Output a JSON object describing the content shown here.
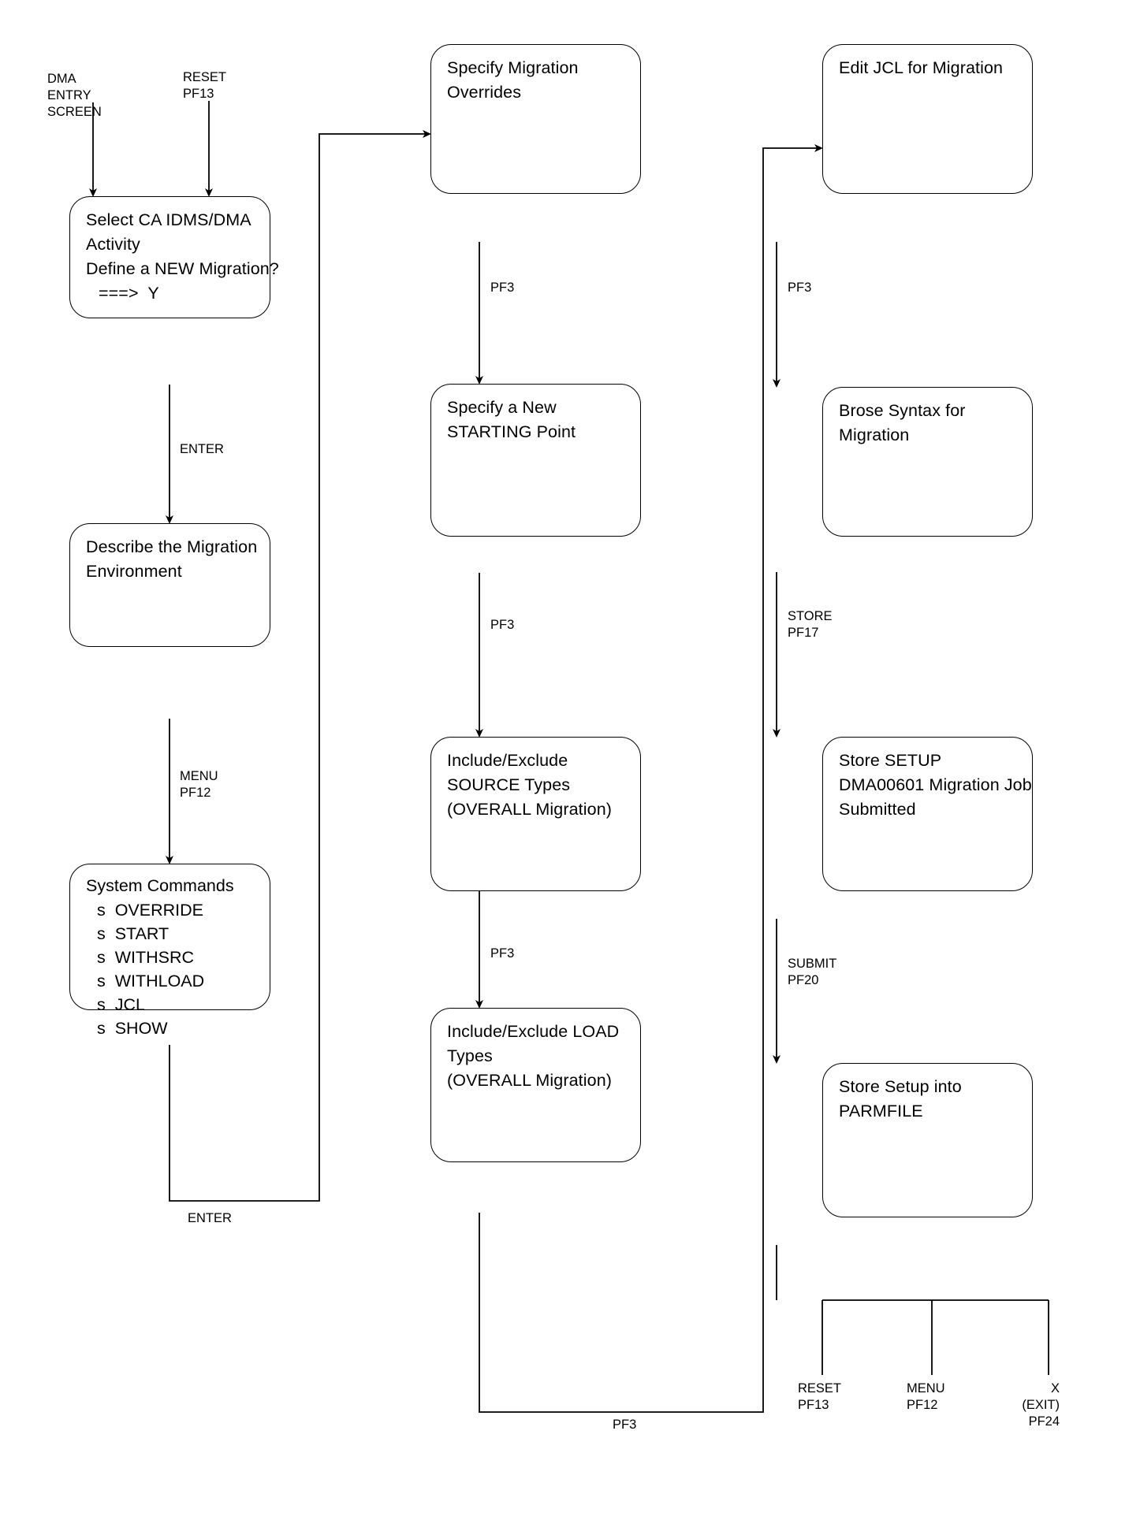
{
  "diagram": {
    "title": "CA IDMS/DMA Migration Flow",
    "stroke_color": "#000000",
    "background_color": "#ffffff"
  },
  "notes": {
    "entry": "DMA\nENTRY\nSCREEN",
    "reset_top": "RESET\nPF13"
  },
  "nodes": {
    "select_activity": {
      "l1a": "Select ",
      "l1b": "CA IDMS/DMA",
      "l2": "Activity",
      "l3": "Define a NEW Migration?",
      "l4": "===>  Y"
    },
    "describe_env": {
      "l1": "Describe the Migration",
      "l2": "Environment"
    },
    "system_commands": {
      "header": "System Commands",
      "items": [
        "s  OVERRIDE",
        "s  START",
        "s  WITHSRC",
        "s  WITHLOAD",
        "s  JCL",
        "s  SHOW"
      ]
    },
    "specify_overrides": {
      "l1": "Specify Migration",
      "l2": "Overrides"
    },
    "specify_start": {
      "l1": "Specify a New",
      "l2": "STARTING Point"
    },
    "include_source": {
      "l1": "Include/Exclude",
      "l2": "SOURCE Types",
      "l3": "(OVERALL Migration)"
    },
    "include_load": {
      "l1": "Include/Exclude LOAD",
      "l2": "Types",
      "l3": "(OVERALL Migration)"
    },
    "edit_jcl": {
      "l1": "Edit JCL for Migration"
    },
    "browse_syntax": {
      "l1": "Brose Syntax for",
      "l2": "Migration"
    },
    "store_setup": {
      "l1": "Store SETUP",
      "l2": "DMA00601 Migration Job",
      "l3": "Submitted"
    },
    "store_parmfile": {
      "l1": "Store Setup into",
      "l2": "PARMFILE"
    }
  },
  "edges": {
    "enter_1": "ENTER",
    "menu_pf12": "MENU\nPF12",
    "enter_return": "ENTER",
    "pf3_overrides": "PF3",
    "pf3_start": "PF3",
    "pf3_source": "PF3",
    "pf3_load": "PF3",
    "pf3_editjcl": "PF3",
    "store_pf17": "STORE\nPF17",
    "submit_pf20": "SUBMIT\nPF20",
    "exit_reset": "RESET\nPF13",
    "exit_menu": "MENU\nPF12",
    "exit_x": "X\n(EXIT)\nPF24"
  }
}
